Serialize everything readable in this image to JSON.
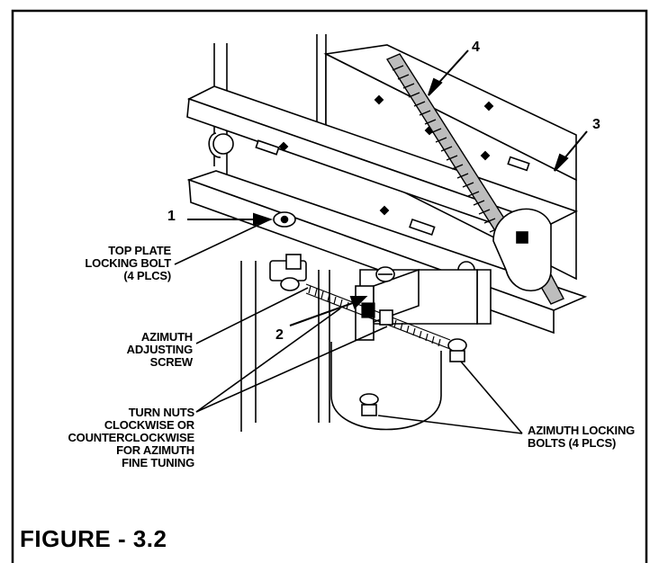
{
  "figure": {
    "title": "FIGURE - 3.2"
  },
  "callouts": {
    "one": "1",
    "two": "2",
    "three": "3",
    "four": "4"
  },
  "labels": {
    "top_plate_bolt": [
      "TOP PLATE",
      "LOCKING BOLT",
      "(4 PLCS)"
    ],
    "azimuth_screw": [
      "AZIMUTH",
      "ADJUSTING",
      "SCREW"
    ],
    "turn_nuts": [
      "TURN NUTS",
      "CLOCKWISE OR",
      "COUNTERCLOCKWISE",
      "FOR AZIMUTH",
      "FINE TUNING"
    ],
    "azimuth_locking": [
      "AZIMUTH LOCKING",
      "BOLTS (4 PLCS)"
    ]
  },
  "colors": {
    "ink": "#000000",
    "paper": "#ffffff",
    "shade": "#bdbdbd"
  }
}
